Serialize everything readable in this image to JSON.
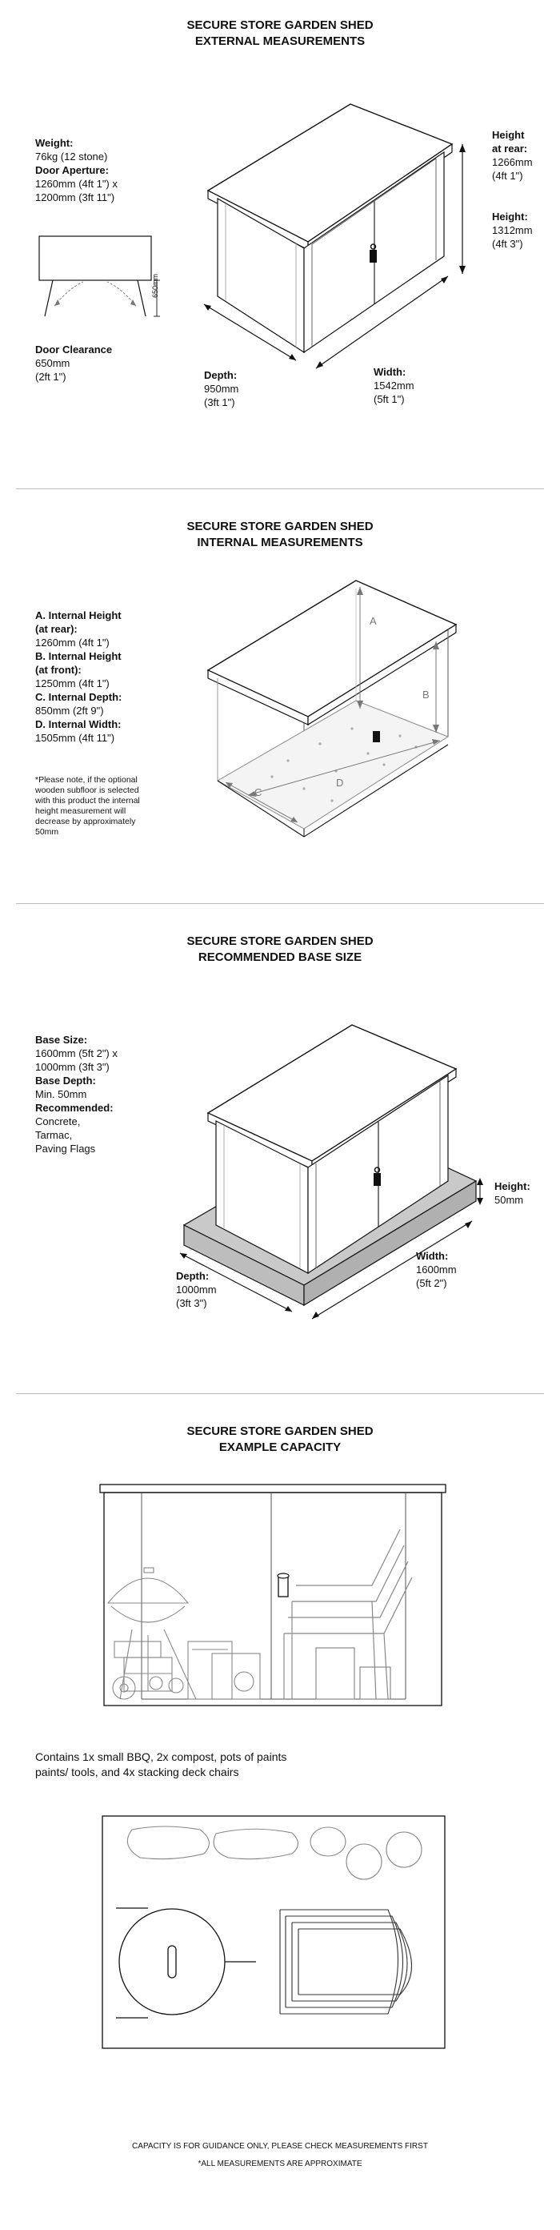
{
  "sections": [
    {
      "title_line1": "SECURE STORE GARDEN SHED",
      "title_line2": "EXTERNAL MEASUREMENTS",
      "weight_label": "Weight:",
      "weight_value": "76kg (12 stone)",
      "aperture_label": "Door Aperture:",
      "aperture_value1": "1260mm (4ft 1\") x",
      "aperture_value2": "1200mm (3ft 11\")",
      "clearance_label": "Door Clearance",
      "clearance_value1": "650mm",
      "clearance_value2": "(2ft 1\")",
      "clearance_dim": "650mm",
      "height_rear_label1": "Height",
      "height_rear_label2": "at rear:",
      "height_rear_value1": "1266mm",
      "height_rear_value2": "(4ft 1\")",
      "height_label": "Height:",
      "height_value1": "1312mm",
      "height_value2": "(4ft 3\")",
      "depth_label": "Depth:",
      "depth_value1": "950mm",
      "depth_value2": "(3ft 1\")",
      "width_label": "Width:",
      "width_value1": "1542mm",
      "width_value2": "(5ft 1\")"
    },
    {
      "title_line1": "SECURE STORE GARDEN SHED",
      "title_line2": "INTERNAL MEASUREMENTS",
      "a_label1": "A. Internal Height",
      "a_label2": "(at rear):",
      "a_value": "1260mm (4ft 1\")",
      "b_label1": "B. Internal Height",
      "b_label2": "(at front):",
      "b_value": "1250mm (4ft 1\")",
      "c_label": "C. Internal Depth:",
      "c_value": "850mm (2ft 9\")",
      "d_label": "D. Internal Width:",
      "d_value": "1505mm (4ft 11\")",
      "note1": "*Please note, if the optional",
      "note2": "wooden subfloor is selected",
      "note3": "with this product the internal",
      "note4": "height measurement will",
      "note5": "decrease by approximately",
      "note6": "50mm",
      "diag_a": "A",
      "diag_b": "B",
      "diag_c": "C",
      "diag_d": "D"
    },
    {
      "title_line1": "SECURE STORE GARDEN SHED",
      "title_line2": "RECOMMENDED BASE SIZE",
      "base_size_label": "Base Size:",
      "base_size_value1": "1600mm (5ft 2\") x",
      "base_size_value2": "1000mm (3ft 3\")",
      "base_depth_label": "Base Depth:",
      "base_depth_value": "Min. 50mm",
      "recommended_label": "Recommended:",
      "recommended_1": "Concrete,",
      "recommended_2": "Tarmac,",
      "recommended_3": "Paving Flags",
      "height_label": "Height:",
      "height_value": "50mm",
      "width_label": "Width:",
      "width_value1": "1600mm",
      "width_value2": "(5ft 2\")",
      "depth_label": "Depth:",
      "depth_value1": "1000mm",
      "depth_value2": "(3ft 3\")"
    },
    {
      "title_line1": "SECURE STORE GARDEN SHED",
      "title_line2": "EXAMPLE CAPACITY",
      "contains_line1": "Contains 1x small BBQ, 2x compost, pots of paints",
      "contains_line2": "paints/ tools, and 4x stacking deck chairs"
    }
  ],
  "footer": {
    "line1": "CAPACITY IS FOR GUIDANCE ONLY, PLEASE CHECK MEASUREMENTS FIRST",
    "line2": "*ALL MEASUREMENTS ARE APPROXIMATE"
  }
}
